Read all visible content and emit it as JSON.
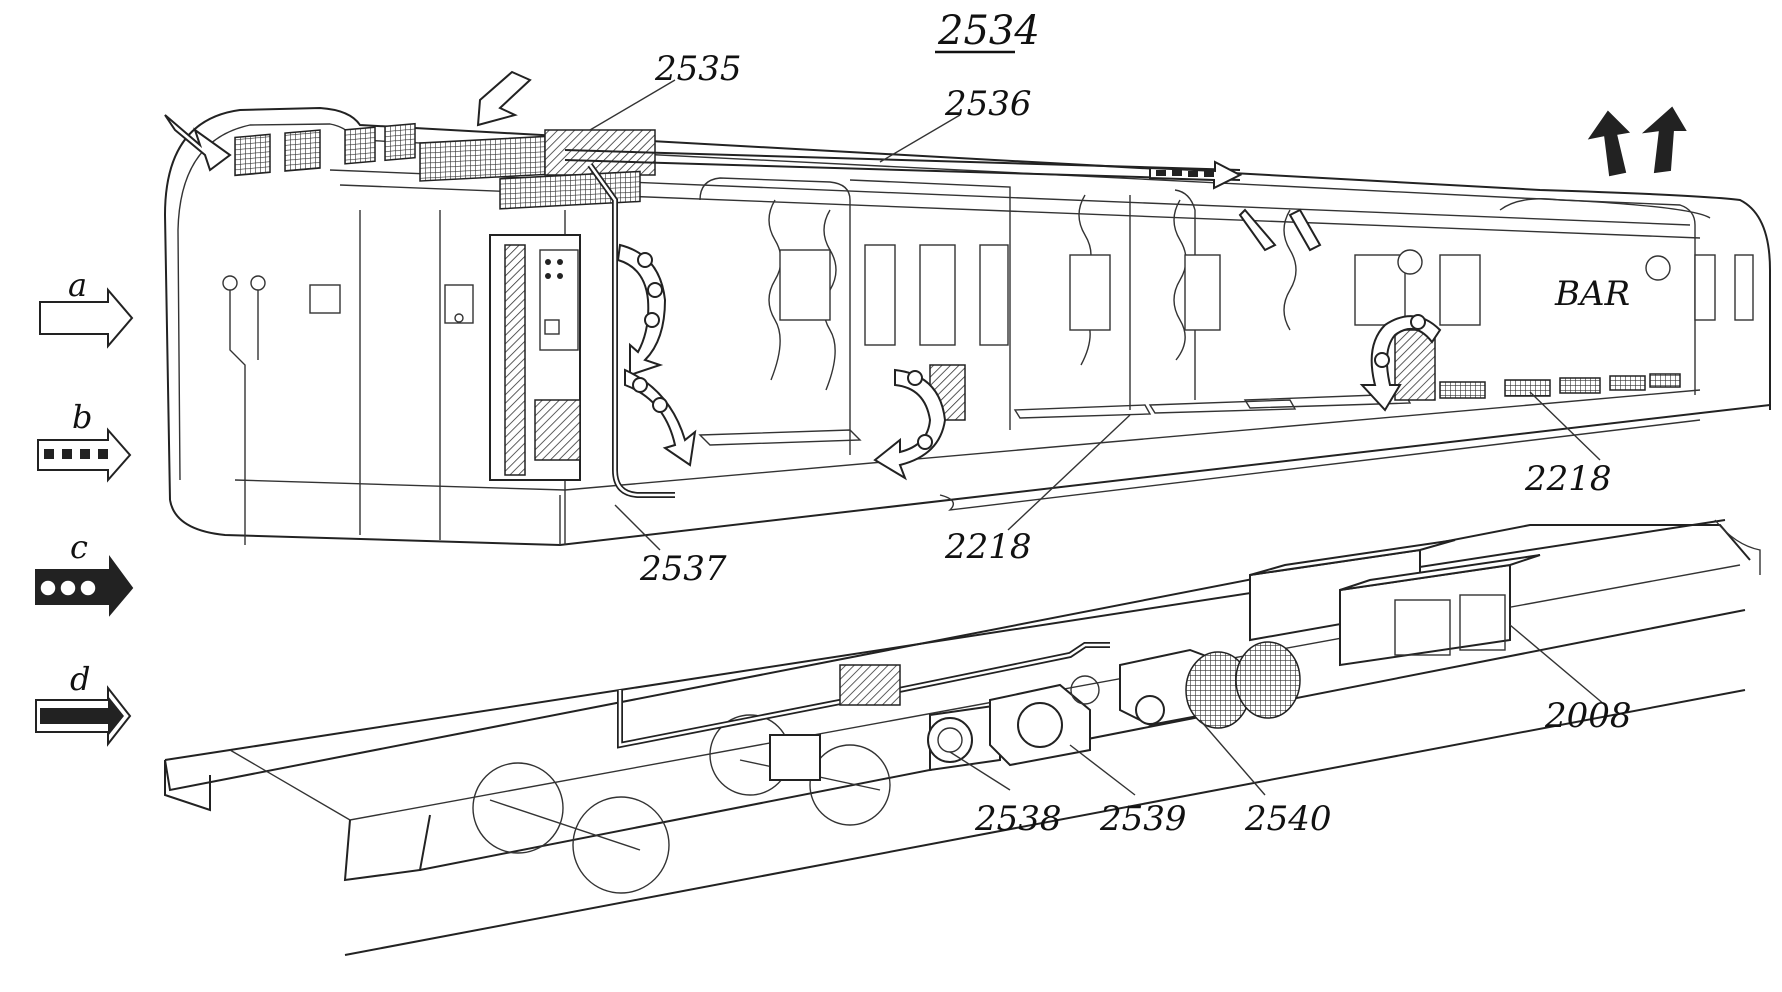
{
  "title": "2534",
  "legend": [
    {
      "key": "a",
      "style": "open"
    },
    {
      "key": "b",
      "style": "dashed"
    },
    {
      "key": "c",
      "style": "dotted"
    },
    {
      "key": "d",
      "style": "solid"
    }
  ],
  "labels": {
    "l2535": "2535",
    "l2536": "2536",
    "l2537": "2537",
    "l2218a": "2218",
    "l2218b": "2218",
    "l2008": "2008",
    "l2538": "2538",
    "l2539": "2539",
    "l2540": "2540",
    "bar": "BAR"
  }
}
